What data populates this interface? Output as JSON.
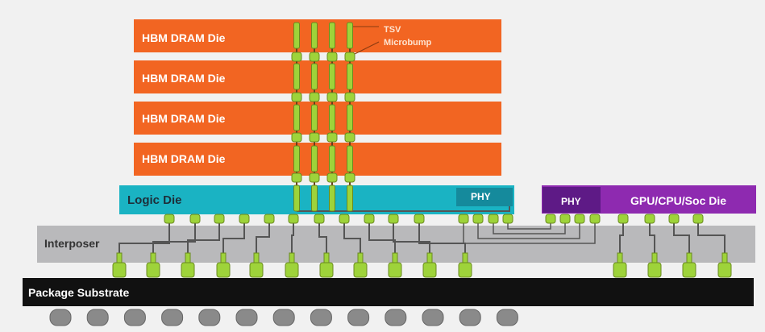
{
  "dram_dies": [
    {
      "label": "HBM DRAM Die"
    },
    {
      "label": "HBM DRAM Die"
    },
    {
      "label": "HBM DRAM Die"
    },
    {
      "label": "HBM DRAM Die"
    }
  ],
  "callouts": {
    "tsv": "TSV",
    "microbump": "Microbump"
  },
  "logic_die": {
    "label": "Logic Die",
    "phy": "PHY"
  },
  "soc_die": {
    "label": "GPU/CPU/Soc Die",
    "phy": "PHY"
  },
  "interposer": {
    "label": "Interposer"
  },
  "substrate": {
    "label": "Package Substrate"
  },
  "colors": {
    "dram": "#f26522",
    "logic": "#1ab3c3",
    "logic_phy": "#158a9c",
    "soc": "#8e2ab0",
    "soc_phy": "#5e1a86",
    "interposer": "#b9b9bb",
    "substrate": "#111111",
    "bump": "#9ed33a",
    "ball": "#8a8a8a",
    "wire": "#555555"
  }
}
